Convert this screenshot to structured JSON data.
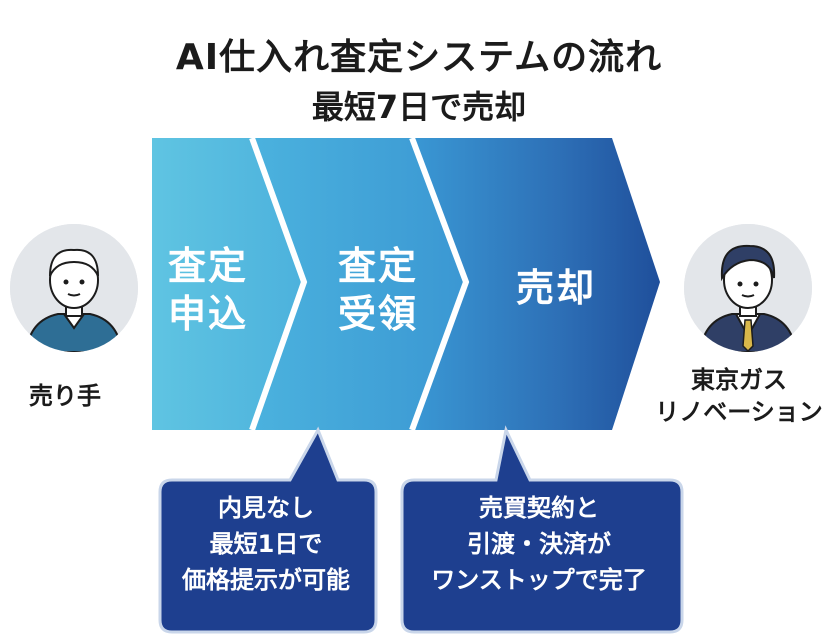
{
  "header": {
    "title": "AI仕入れ査定システムの流れ",
    "subtitle": "最短7日で売却"
  },
  "steps": [
    {
      "label_line1": "査定",
      "label_line2": "申込"
    },
    {
      "label_line1": "査定",
      "label_line2": "受領"
    },
    {
      "label_line1": "売却",
      "label_line2": ""
    }
  ],
  "seller": {
    "label": "売り手"
  },
  "buyer": {
    "label_line1": "東京ガス",
    "label_line2": "リノベーション"
  },
  "callouts": [
    {
      "line1": "内見なし",
      "line2": "最短1日で",
      "line3": "価格提示が可能"
    },
    {
      "line1": "売買契約と",
      "line2": "引渡・決済が",
      "line3": "ワンストップで完了"
    }
  ],
  "colors": {
    "chevron_light": "#5cc0e0",
    "chevron_mid": "#3b98d2",
    "chevron_dark": "#1f4f9b",
    "callout_bg": "#1e3f8f",
    "avatar_bg": "#e3e6ea",
    "seller_shirt": "#2e6e95",
    "buyer_suit": "#2f3f66",
    "buyer_tie": "#d8b74a"
  }
}
